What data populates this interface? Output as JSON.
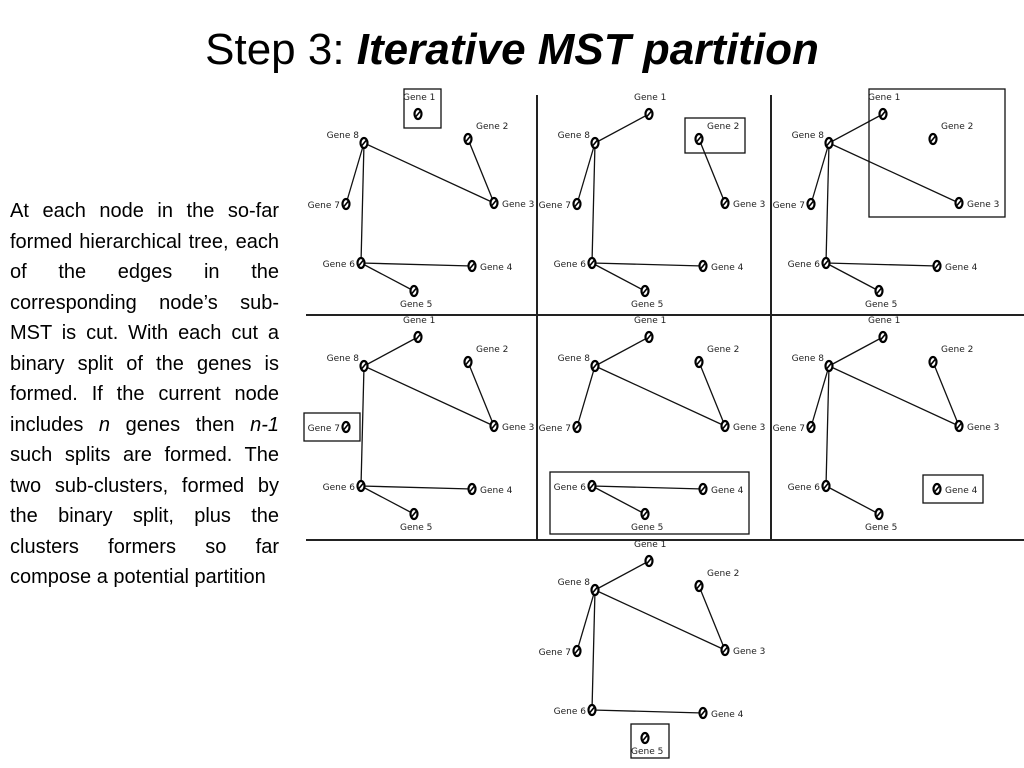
{
  "slide": {
    "title_plain": "Step 3: ",
    "title_emph": "Iterative MST partition",
    "desc": {
      "p1": "At each node in the so-far formed hierarchical tree, each of the edges in the corresponding node’s sub-MST is cut. With each cut a binary split of the genes is formed. If the current node includes ",
      "n": "n",
      "p2": " genes then ",
      "n1": "n-1",
      "p3": " such splits are formed. The two sub-clusters, formed by the binary split, plus the clusters formers so far compose a potential partition"
    }
  },
  "genes": [
    "Gene 1",
    "Gene 2",
    "Gene 3",
    "Gene 4",
    "Gene 5",
    "Gene 6",
    "Gene 7",
    "Gene 8"
  ],
  "edges": [
    [
      7,
      0
    ],
    [
      7,
      2
    ],
    [
      1,
      2
    ],
    [
      7,
      6
    ],
    [
      7,
      5
    ],
    [
      5,
      3
    ],
    [
      5,
      4
    ]
  ],
  "panels": [
    {
      "cut": 0,
      "boxed": [
        0
      ]
    },
    {
      "cut": 1,
      "boxed": [
        1
      ]
    },
    {
      "cut": 2,
      "boxed": [
        0,
        1,
        2
      ]
    },
    {
      "cut": 3,
      "boxed": [
        6
      ]
    },
    {
      "cut": 4,
      "boxed": [
        5,
        3,
        4
      ]
    },
    {
      "cut": 5,
      "boxed": [
        3
      ]
    },
    {
      "cut": 6,
      "boxed": [
        4
      ]
    }
  ]
}
